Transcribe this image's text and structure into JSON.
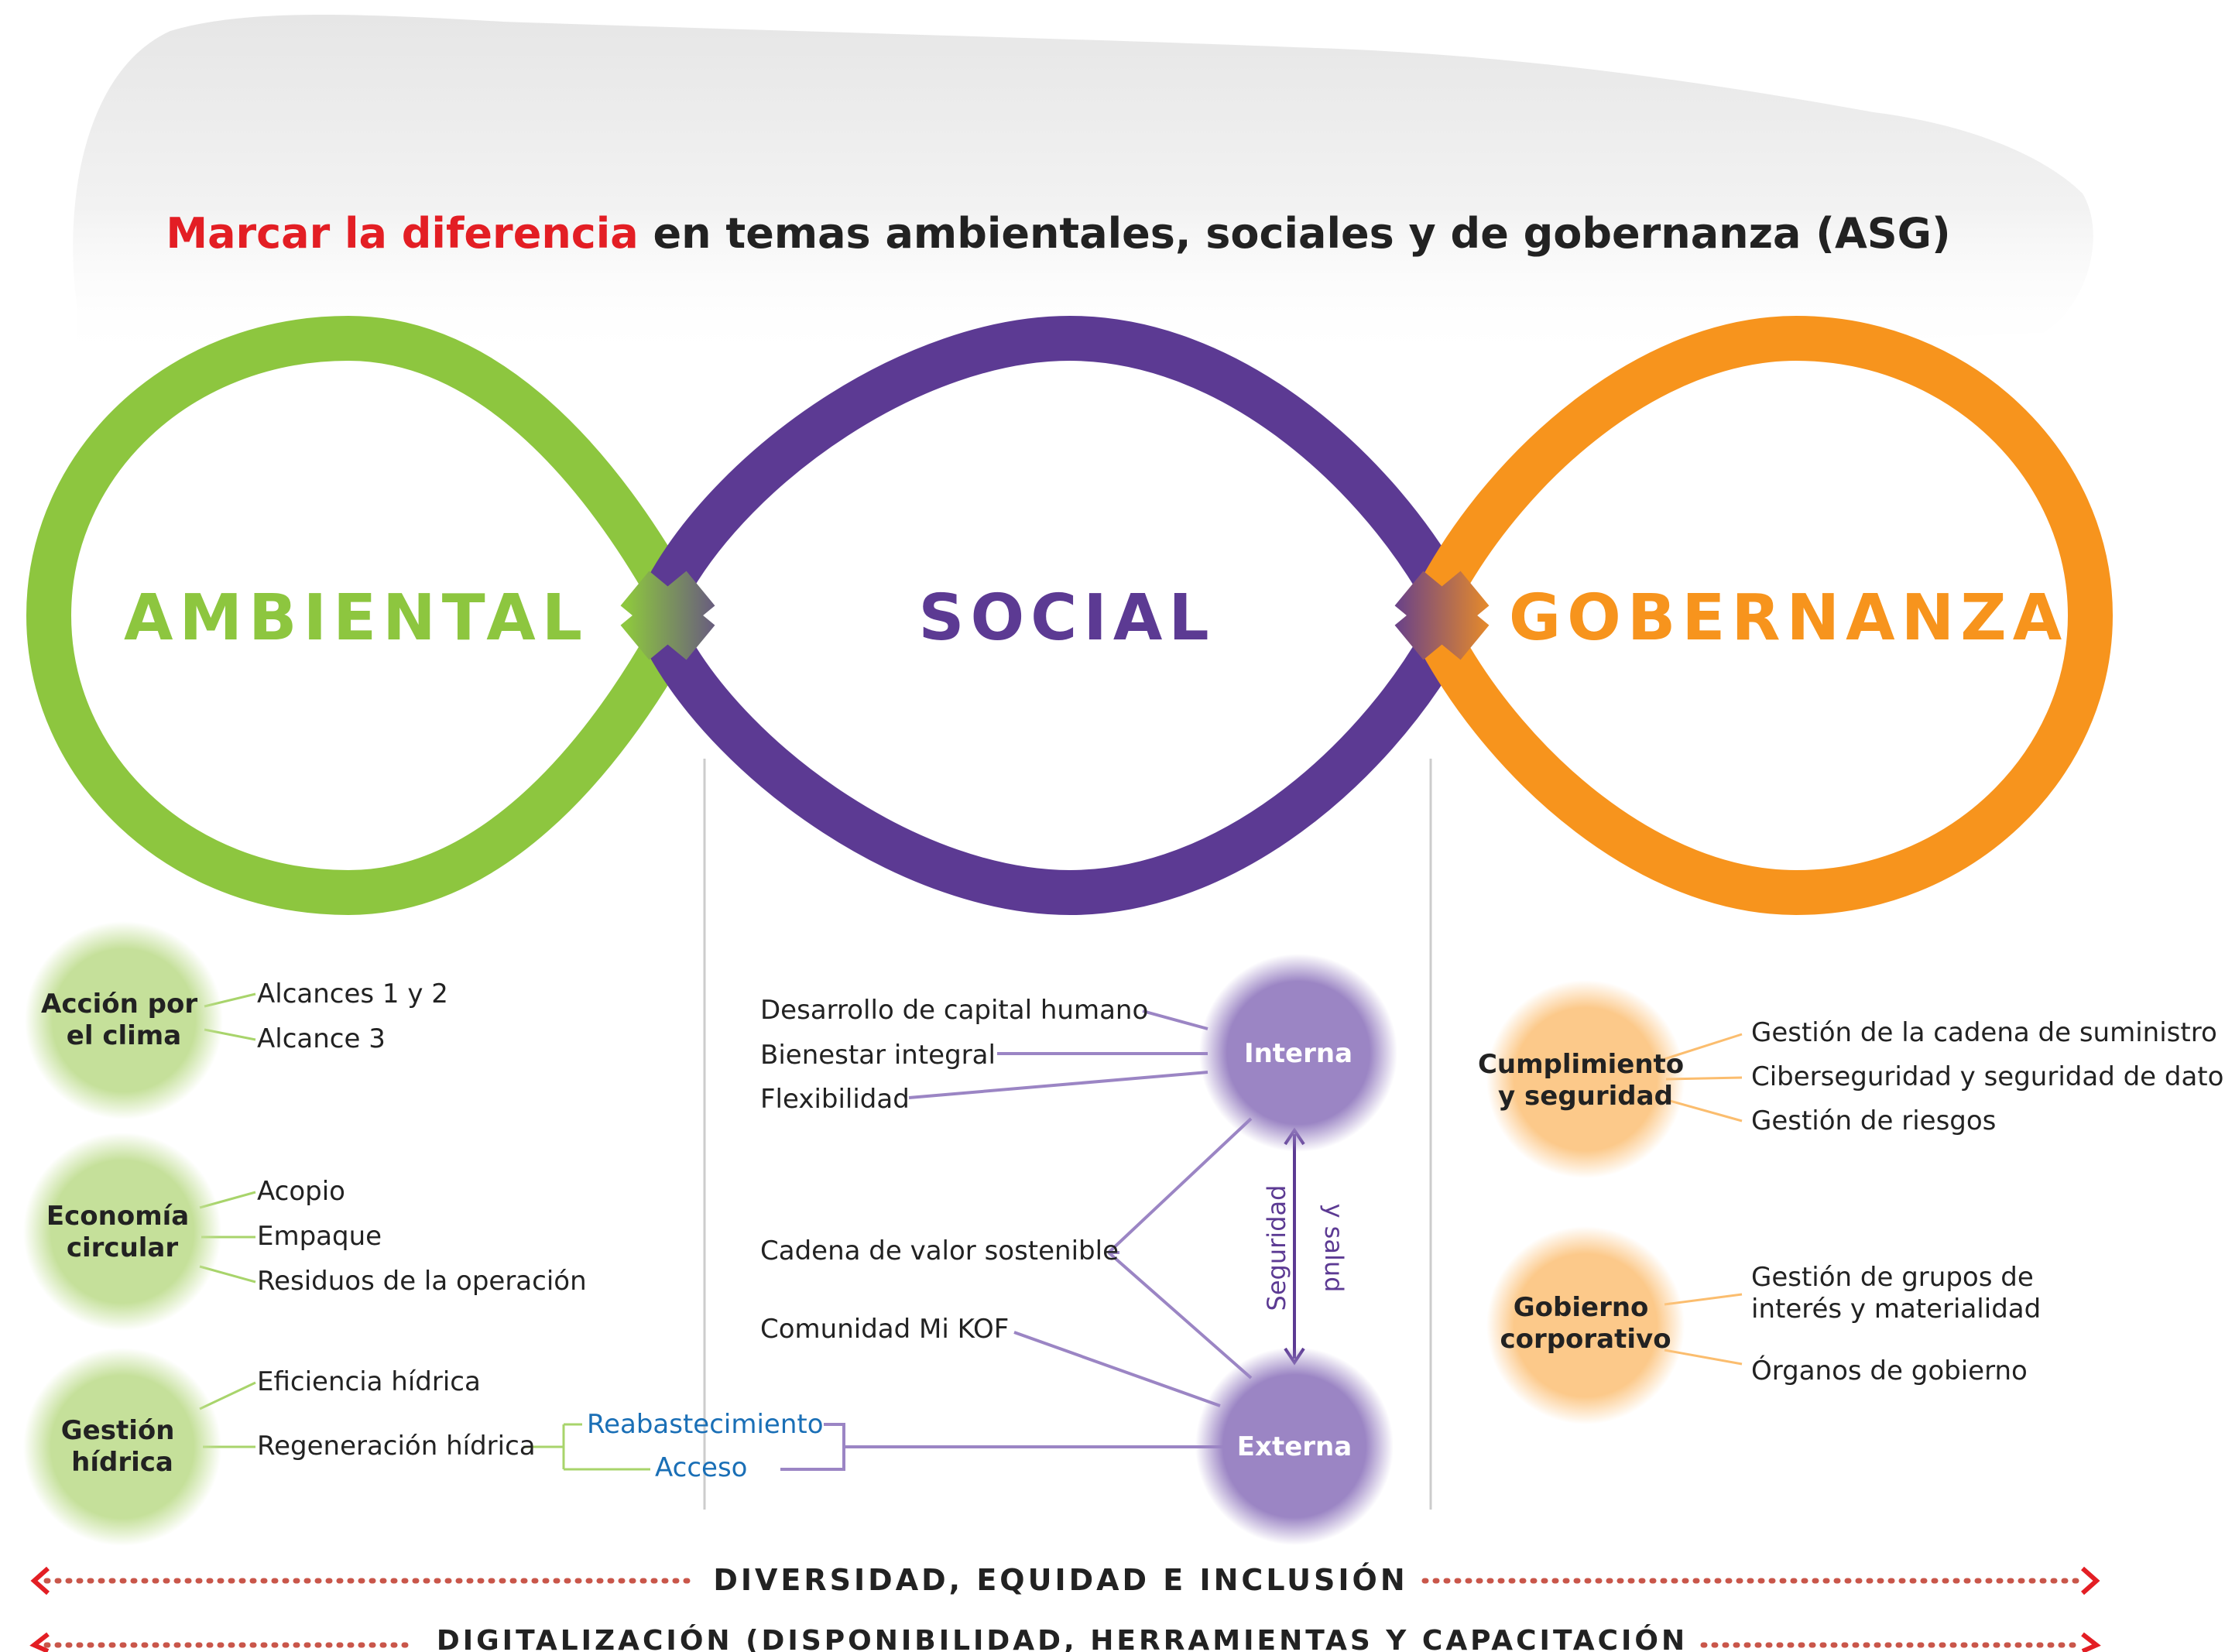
{
  "title": {
    "highlight": "Marcar la diferencia",
    "rest": "en temas ambientales, sociales y de gobernanza (ASG)"
  },
  "colors": {
    "ambiental": "#8dc63f",
    "ambiental_light": "#c5e09a",
    "social": "#5c3a93",
    "social_light": "#9b85c4",
    "gobernanza": "#f7941d",
    "gobernanza_light": "#fcc98a",
    "red": "#e31e24",
    "blue": "#1a6fb6",
    "text": "#222222"
  },
  "pillars": {
    "ambiental": "AMBIENTAL",
    "social": "SOCIAL",
    "gobernanza": "GOBERNANZA"
  },
  "ambiental": {
    "clima": {
      "line1": "Acción por",
      "line2": "el clima",
      "items": [
        "Alcances 1 y 2",
        "Alcance 3"
      ]
    },
    "economia": {
      "line1": "Economía",
      "line2": "circular",
      "items": [
        "Acopio",
        "Empaque",
        "Residuos de la operación"
      ]
    },
    "hidrica": {
      "line1": "Gestión",
      "line2": "hídrica",
      "items": [
        "Eficiencia hídrica",
        "Regeneración hídrica"
      ],
      "sub": [
        "Reabastecimiento",
        "Acceso"
      ]
    }
  },
  "social": {
    "interna": "Interna",
    "externa": "Externa",
    "interna_items": [
      "Desarrollo de capital humano",
      "Bienestar integral",
      "Flexibilidad"
    ],
    "both_item": "Cadena de valor sostenible",
    "externa_items": [
      "Comunidad Mi KOF"
    ],
    "seguridad_line1": "Seguridad",
    "seguridad_line2": "y salud"
  },
  "gobernanza": {
    "cumplimiento": {
      "line1": "Cumplimiento",
      "line2": "y seguridad",
      "items": [
        "Gestión de la cadena de suministro",
        "Ciberseguridad y seguridad de datos",
        "Gestión de riesgos"
      ]
    },
    "gobierno": {
      "line1": "Gobierno",
      "line2": "corporativo",
      "items_line1": "Gestión de grupos de",
      "items_line2": "interés y materialidad",
      "items_last": "Órganos de gobierno"
    }
  },
  "footer": {
    "line1": "DIVERSIDAD, EQUIDAD E INCLUSIÓN",
    "line2": "DIGITALIZACIÓN (DISPONIBILIDAD, HERRAMIENTAS Y CAPACITACIÓN"
  }
}
